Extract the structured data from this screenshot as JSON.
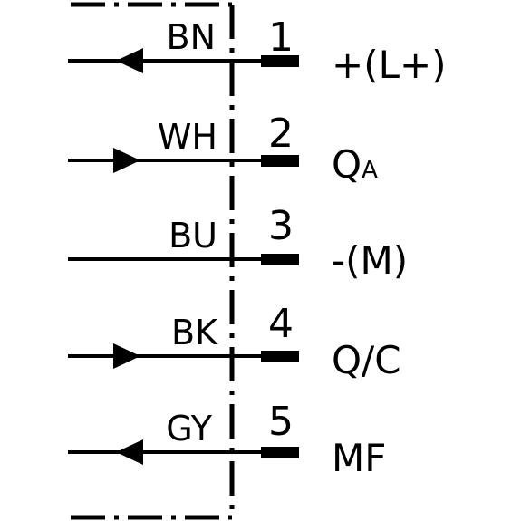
{
  "connections": [
    {
      "wire_color": "BN",
      "pin": "1",
      "function": "+(L+)",
      "arrow": "in"
    },
    {
      "wire_color": "WH",
      "pin": "2",
      "function_main": "Q",
      "function_sub": "A",
      "arrow": "out"
    },
    {
      "wire_color": "BU",
      "pin": "3",
      "function": "-(M)",
      "arrow": "none"
    },
    {
      "wire_color": "BK",
      "pin": "4",
      "function": "Q/C",
      "arrow": "out"
    },
    {
      "wire_color": "GY",
      "pin": "5",
      "function": "MF",
      "arrow": "in"
    }
  ],
  "colors": {
    "line": "#000000",
    "background": "#ffffff"
  }
}
